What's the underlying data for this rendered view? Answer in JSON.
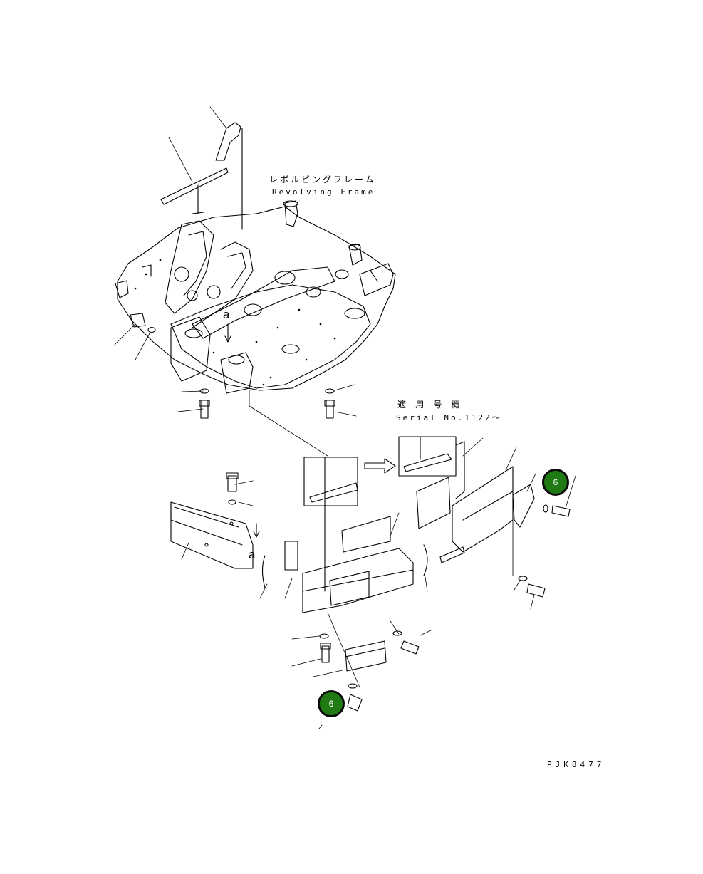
{
  "labels": {
    "frame_jp": "レボルビングフレーム",
    "frame_en": "Revolving Frame",
    "serial_jp": "適 用 号 機",
    "serial_en": "Serial No.1122～",
    "drawing_id": "PJK8477",
    "detail_ref_top": "a",
    "detail_ref_bottom": "a"
  },
  "markers": [
    {
      "label": "6",
      "color": "#1f7a14"
    },
    {
      "label": "6",
      "color": "#1f7a14"
    }
  ]
}
